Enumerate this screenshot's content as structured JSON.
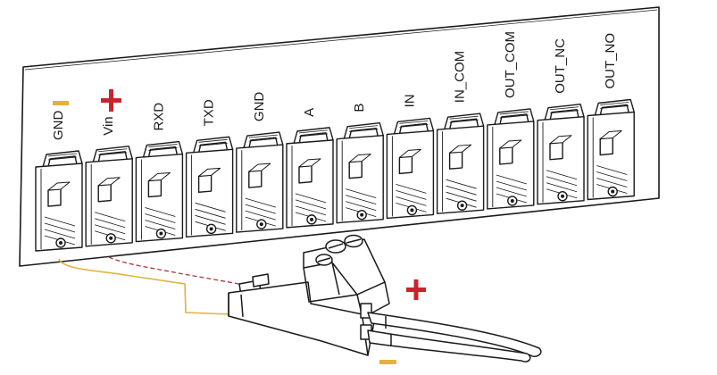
{
  "terminals": [
    {
      "label": "GND"
    },
    {
      "label": "Vin"
    },
    {
      "label": "RXD"
    },
    {
      "label": "TXD"
    },
    {
      "label": "GND"
    },
    {
      "label": "A"
    },
    {
      "label": "B"
    },
    {
      "label": "IN"
    },
    {
      "label": "IN_COM"
    },
    {
      "label": "OUT_COM"
    },
    {
      "label": "OUT_NC"
    },
    {
      "label": "OUT_NO"
    }
  ],
  "polarity": {
    "board_gnd_symbol": "−",
    "board_vin_symbol": "+",
    "plug_top_symbol": "+",
    "plug_bottom_symbol": "−"
  },
  "colors": {
    "positive": "#c8242b",
    "negative": "#e3b23c",
    "ground_wire": "#e3b23c",
    "vin_wire": "#a83a3a",
    "outline": "#1a1a1a"
  },
  "icons": {
    "connector": "pluggable-terminal-block-icon",
    "screw": "screw-icon"
  }
}
